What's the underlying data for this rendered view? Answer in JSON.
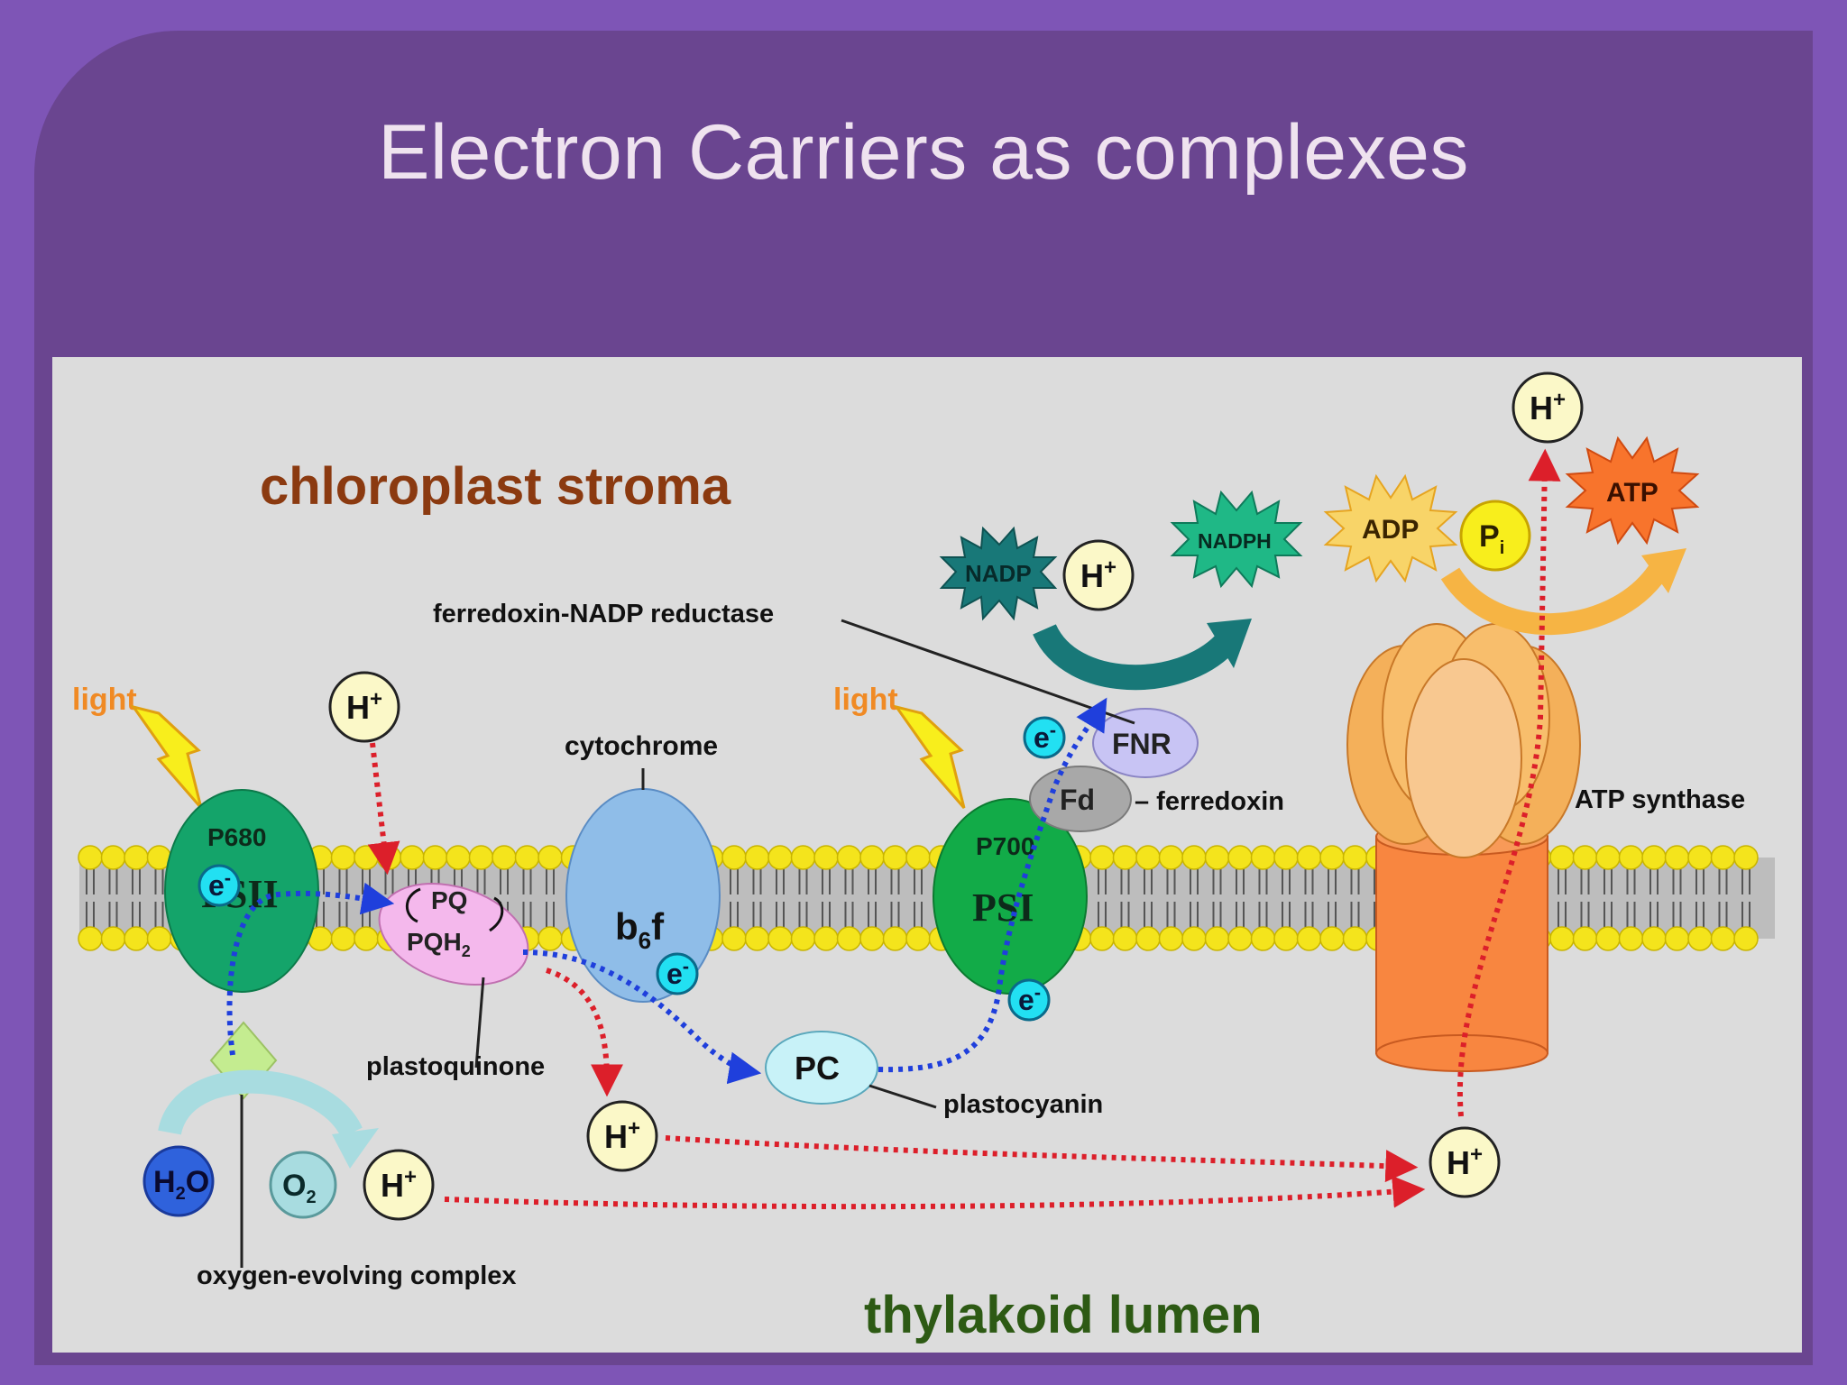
{
  "slide": {
    "title": "Electron Carriers as complexes"
  },
  "diagram": {
    "regions": {
      "stroma": "chloroplast stroma",
      "lumen": "thylakoid lumen"
    },
    "light_left": "light",
    "light_right": "light",
    "psii": {
      "p_label": "P680",
      "name": "PSII"
    },
    "psi": {
      "p_label": "P700",
      "name": "PSI"
    },
    "plastoquinone": {
      "pq": "PQ",
      "pqh_base": "PQH",
      "pqh_sub": "2",
      "caption": "plastoquinone"
    },
    "cytochrome": {
      "caption": "cytochrome",
      "name_b": "b",
      "name_sub": "6",
      "name_f": "f"
    },
    "plastocyanin": {
      "name": "PC",
      "caption": "plastocyanin"
    },
    "ferredoxin": {
      "name": "Fd",
      "caption": "– ferredoxin"
    },
    "fnr": {
      "name": "FNR",
      "caption": "ferredoxin-NADP reductase"
    },
    "atp_synthase": {
      "caption": "ATP synthase"
    },
    "oec": {
      "caption": "oxygen-evolving complex"
    },
    "molecules": {
      "water_h": "H",
      "water_sub": "2",
      "water_o": "O",
      "oxygen_o": "O",
      "oxygen_sub": "2",
      "h": "H",
      "plus": "+",
      "nadp": "NADP",
      "nadph": "NADPH",
      "adp": "ADP",
      "atp": "ATP",
      "pi_p": "P",
      "pi_sub": "i"
    },
    "electron": {
      "e": "e",
      "minus": "-"
    },
    "colors": {
      "slide_bg": "#7e55b6",
      "panel": "#6a4590",
      "diagram_bg": "#dcdcdc",
      "stroma_text": "#8b3a10",
      "lumen_text": "#2d5a14",
      "light_text": "#f08a24",
      "psii": "#14a46a",
      "psi": "#12ab48",
      "cytochrome": "#8fbde8",
      "plastoquinone": "#f4b8ec",
      "plastocyanin": "#c8f2f8",
      "fnr": "#c8c4f4",
      "ferredoxin": "#a8a8a8",
      "atp_head": "#f8b25c",
      "atp_stalk": "#f88640",
      "membrane_head": "#f4e41c",
      "proton": "#fbf8c8",
      "electron": "#22e0f2",
      "electron_path": "#1f3fdc",
      "proton_path": "#dc1f2a"
    }
  }
}
